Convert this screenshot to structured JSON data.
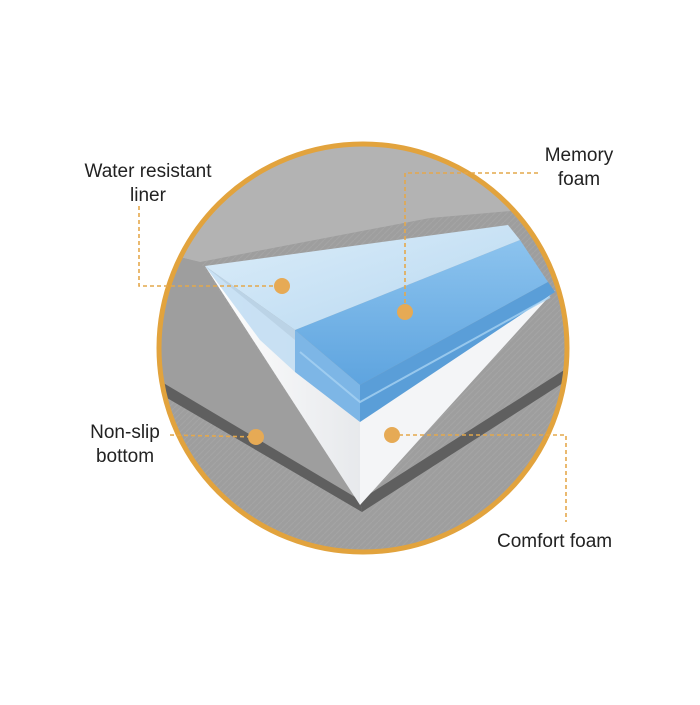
{
  "colors": {
    "ring": "#e2a33d",
    "marker": "#e6aa55",
    "leader": "#e4a84c",
    "fabric": "#9e9e9e",
    "fabric_light": "#b3b3b3",
    "fabric_dark": "#5f5f5f",
    "memory_foam": "#6fb0e6",
    "liner": "#c7e2f5",
    "comfort_foam": "#f4f5f7"
  },
  "callouts": {
    "water_resistant_liner": {
      "line1": "Water resistant",
      "line2": "liner"
    },
    "memory_foam": {
      "line1": "Memory",
      "line2": "foam"
    },
    "non_slip_bottom": {
      "line1": "Non-slip",
      "line2": "bottom"
    },
    "comfort_foam": {
      "line1": "Comfort foam"
    }
  }
}
